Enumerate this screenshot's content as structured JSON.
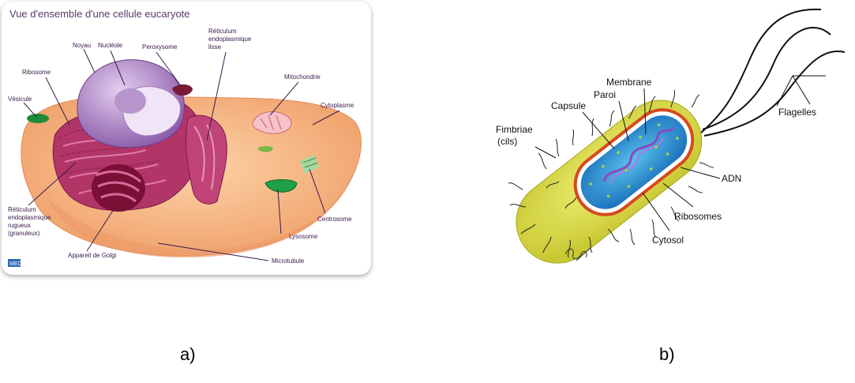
{
  "panel_a": {
    "title": "Vue d'ensemble d'une cellule eucaryote",
    "labels": {
      "nucleole": "Nucléole",
      "peroxysome": "Peroxysome",
      "reticulum_lisse_1": "Réticulum",
      "reticulum_lisse_2": "endoplasmique",
      "reticulum_lisse_3": "lisse",
      "noyau": "Noyau",
      "ribosome": "Ribosome",
      "mitochondrie": "Mitochondrie",
      "vesicule": "Vésicule",
      "cytoplasme": "Cytoplasme",
      "reticulum_rugueux_1": "Réticulum",
      "reticulum_rugueux_2": "endoplasmique",
      "reticulum_rugueux_3": "rugueux",
      "reticulum_rugueux_4": "(granuleux)",
      "centrosome": "Centrosome",
      "lysosome": "Lysosome",
      "golgi": "Appareil de Golgi",
      "microtubule": "Microtubule"
    },
    "logo_text": "MEDI"
  },
  "panel_b": {
    "labels": {
      "membrane": "Membrane",
      "paroi": "Paroi",
      "capsule": "Capsule",
      "fimbriae_1": "Fimbriae",
      "fimbriae_2": "(cils)",
      "flagelles": "Flagelles",
      "adn": "ADN",
      "ribosomes": "Ribosomes",
      "cytosol": "Cytosol"
    }
  },
  "captions": {
    "a": "a)",
    "b": "b)"
  },
  "colors": {
    "cytoplasm": "#f6b27e",
    "nucleus": "#b08ac8",
    "er": "#b8326a",
    "capsule": "#d8d84a",
    "wall": "#d8491e",
    "cytosol_bacteria": "#2f8fd0"
  }
}
